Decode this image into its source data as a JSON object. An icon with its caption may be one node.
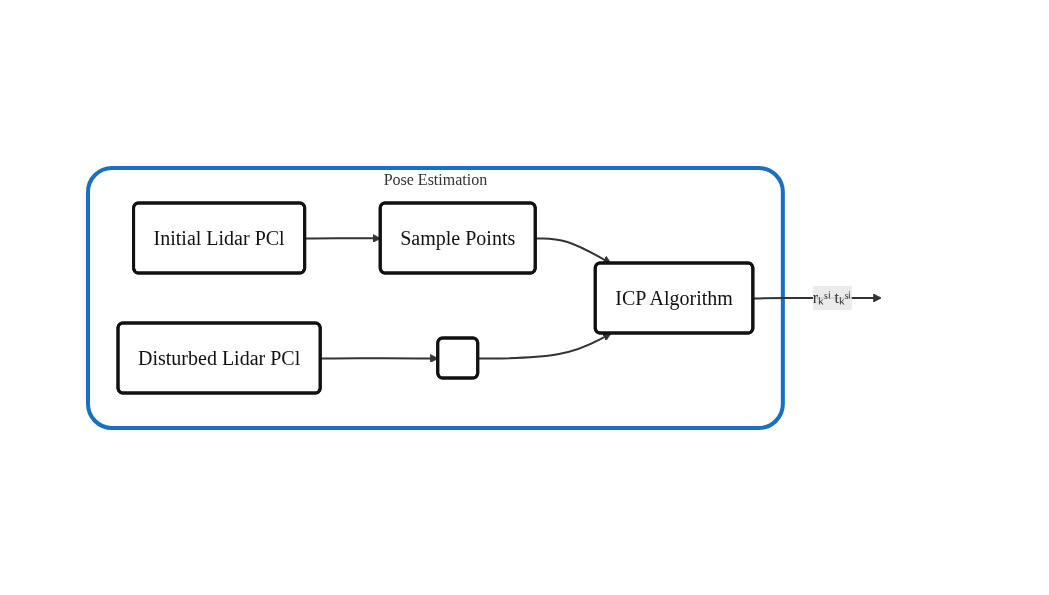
{
  "diagram": {
    "nodes": [
      {
        "text": [
          "Pose Estimation"
        ]
      },
      {
        "text": [
          "Initial Lidar PCl"
        ],
        "in": 0
      },
      {
        "text": [
          "Sample Points"
        ],
        "in": 0
      },
      {
        "text": [
          "ICP Algorithm"
        ],
        "in": 0
      },
      {
        "text": [
          "Disturbed Lidar PCl"
        ],
        "in": 0
      },
      {
        "text": [],
        "shape": "box",
        "in": 0
      }
    ],
    "edges": [
      {
        "from": 1,
        "to": 2,
        "arrow": "to"
      },
      {
        "from": 2,
        "to": 3,
        "arrow": "to"
      },
      {
        "from": 4,
        "to": 5,
        "arrow": "to"
      },
      {
        "from": 5,
        "to": 3,
        "arrow": "to"
      },
      {
        "from": 3,
        "to": null,
        "arrow": "to",
        "label": "rₖˢⁱ tₖˢⁱ"
      }
    ]
  }
}
